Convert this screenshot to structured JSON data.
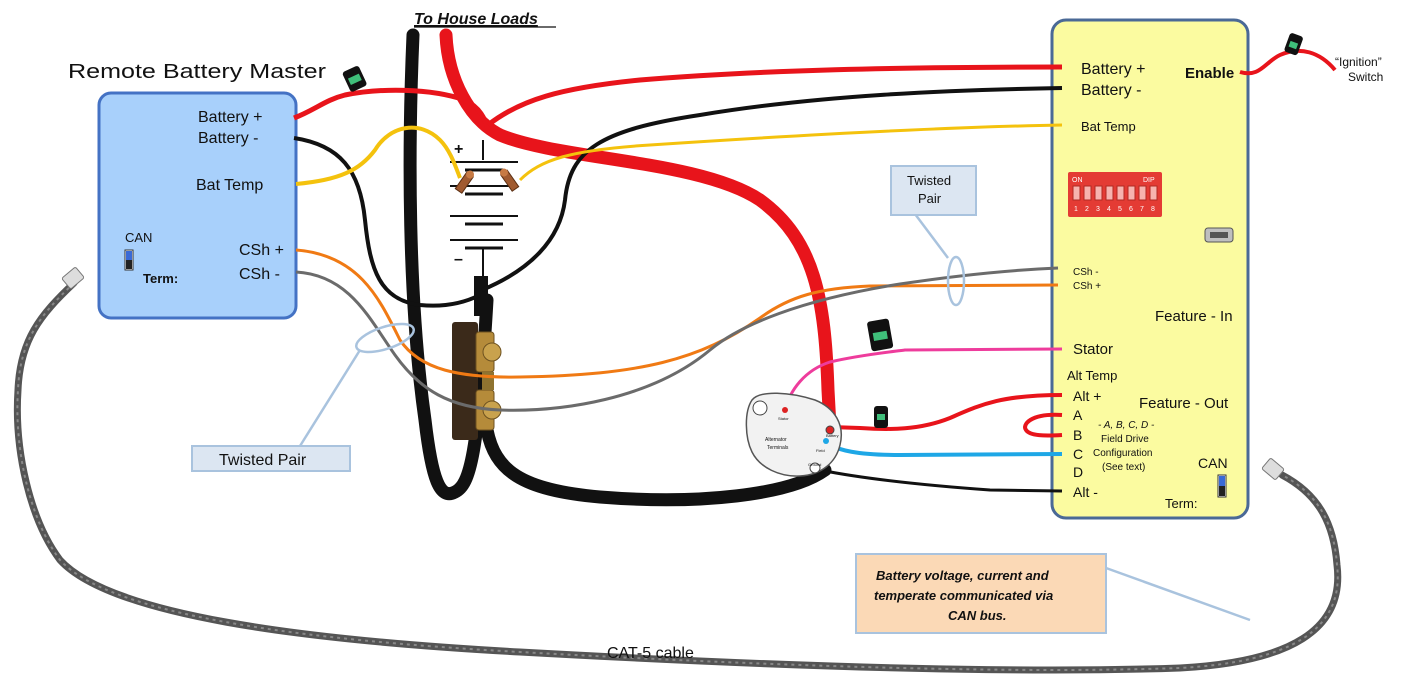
{
  "header": {
    "house_loads": "To House Loads",
    "remote_title": "Remote Battery Master"
  },
  "remote": {
    "battery_pos": "Battery +",
    "battery_neg": "Battery -",
    "bat_temp": "Bat Temp",
    "can": "CAN",
    "term": "Term:",
    "csh_pos": "CSh +",
    "csh_neg": "CSh -"
  },
  "regulator": {
    "battery_pos": "Battery +",
    "battery_neg": "Battery -",
    "enable": "Enable",
    "bat_temp": "Bat Temp",
    "csh_neg": "CSh -",
    "csh_pos": "CSh +",
    "feature_in": "Feature - In",
    "stator": "Stator",
    "alt_temp": "Alt Temp",
    "alt_pos": "Alt +",
    "feature_out": "Feature - Out",
    "a": "A",
    "b": "B",
    "c": "C",
    "d": "D",
    "alt_neg": "Alt -",
    "field_line1": "- A, B, C, D -",
    "field_line2": "Field Drive",
    "field_line3": "Configuration",
    "field_line4": "(See text)",
    "can": "CAN",
    "term": "Term:",
    "dip_on": "ON",
    "dip_label": "DIP",
    "dip_numbers": [
      "1",
      "2",
      "3",
      "4",
      "5",
      "6",
      "7",
      "8"
    ]
  },
  "ignition": {
    "line1": "“Ignition”",
    "line2": "Switch"
  },
  "callouts": {
    "twisted_pair_left": "Twisted Pair",
    "twisted_pair_right_1": "Twisted",
    "twisted_pair_right_2": "Pair",
    "note_line1": "Battery voltage, current and",
    "note_line2": "temperate communicated via",
    "note_line3": "CAN bus.",
    "cat5": "CAT-5 cable"
  },
  "battery": {
    "plus": "+",
    "minus": "–"
  },
  "alternator": {
    "title1": "Alternator",
    "title2": "Terminals",
    "stator": "Stator",
    "field": "Field",
    "battery": "Battery",
    "ground": "Ground"
  },
  "colors": {
    "positive_wire": "#e8141b",
    "negative_wire": "#111111",
    "temp_wire": "#f4c20d",
    "shunt_pos_wire": "#f07a14",
    "shunt_neg_wire": "#6b6b6b",
    "stator_wire": "#ee3c9c",
    "field_wire": "#1ea7e6",
    "remote_box": "#a8d0fb",
    "regulator_box": "#fbfba0",
    "note_box": "#fbd9b6"
  }
}
